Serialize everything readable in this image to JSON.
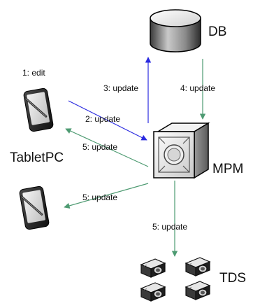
{
  "nodes": {
    "db": "DB",
    "mpm": "MPM",
    "tablet": "TabletPC",
    "tds": "TDS"
  },
  "edges": {
    "edit": "1: edit",
    "tablet_to_mpm": "2: update",
    "mpm_to_db": "3: update",
    "db_to_mpm": "4: update",
    "mpm_to_tablet": "5: update",
    "mpm_to_tablet2": "5: update",
    "mpm_to_tds": "5: update"
  },
  "colors": {
    "blue_arrow": "#2a2ae0",
    "green_arrow": "#4e9b72",
    "text": "#111111"
  },
  "icons": {
    "db": "database-cylinder-icon",
    "mpm": "server-cube-icon",
    "tablet": "tablet-pc-icon",
    "tds": "projector-icon"
  }
}
